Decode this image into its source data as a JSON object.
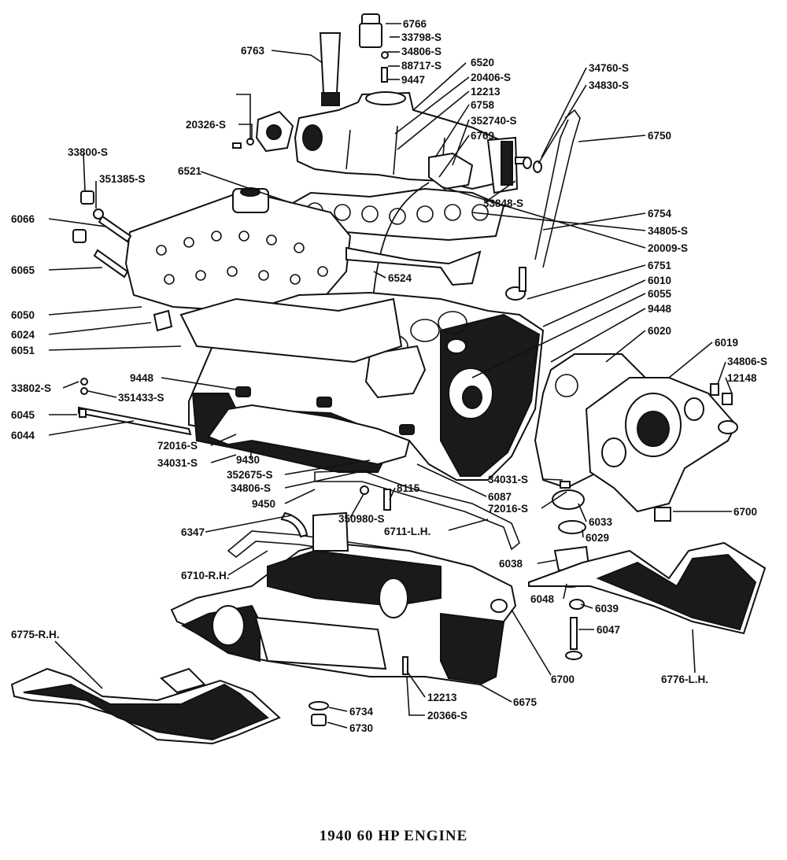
{
  "caption": "1940  60  HP  ENGINE",
  "labels": {
    "p6766": "6766",
    "p33798s": "33798-S",
    "p34806s_a": "34806-S",
    "p88717s": "88717-S",
    "p9447": "9447",
    "p6763": "6763",
    "p6520": "6520",
    "p20406s": "20406-S",
    "p12213_a": "12213",
    "p6758": "6758",
    "p352740s": "352740-S",
    "p6769": "6769",
    "p20326s": "20326-S",
    "p34760s": "34760-S",
    "p34830s": "34830-S",
    "p6750": "6750",
    "p33800s": "33800-S",
    "p351385s": "351385-S",
    "p6521": "6521",
    "p33848s": "33848-S",
    "p6066": "6066",
    "p6754": "6754",
    "p34805s": "34805-S",
    "p20009s": "20009-S",
    "p6065": "6065",
    "p6524": "6524",
    "p6751": "6751",
    "p6010": "6010",
    "p6055": "6055",
    "p6050": "6050",
    "p9448_a": "9448",
    "p6024": "6024",
    "p6020": "6020",
    "p6051": "6051",
    "p6019": "6019",
    "p34806s_b": "34806-S",
    "p12148": "12148",
    "p9448_b": "9448",
    "p33802s": "33802-S",
    "p351433s": "351433-S",
    "p6045": "6045",
    "p6044": "6044",
    "p72016s_a": "72016-S",
    "p34031s_a": "34031-S",
    "p9430": "9430",
    "p352675s": "352675-S",
    "p34806s_c": "34806-S",
    "p9450": "9450",
    "p8115": "8115",
    "p6087": "6087",
    "p34031s_b": "34031-S",
    "p72016s_b": "72016-S",
    "p6700_a": "6700",
    "p6033": "6033",
    "p6347": "6347",
    "p350980s": "350980-S",
    "p6711lh": "6711-L.H.",
    "p6029": "6029",
    "p6038": "6038",
    "p6710rh": "6710-R.H.",
    "p6048": "6048",
    "p6039": "6039",
    "p6047": "6047",
    "p6775rh": "6775-R.H.",
    "p6700_b": "6700",
    "p6776lh": "6776-L.H.",
    "p12213_b": "12213",
    "p6675": "6675",
    "p20366s": "20366-S",
    "p6734": "6734",
    "p6730": "6730"
  }
}
